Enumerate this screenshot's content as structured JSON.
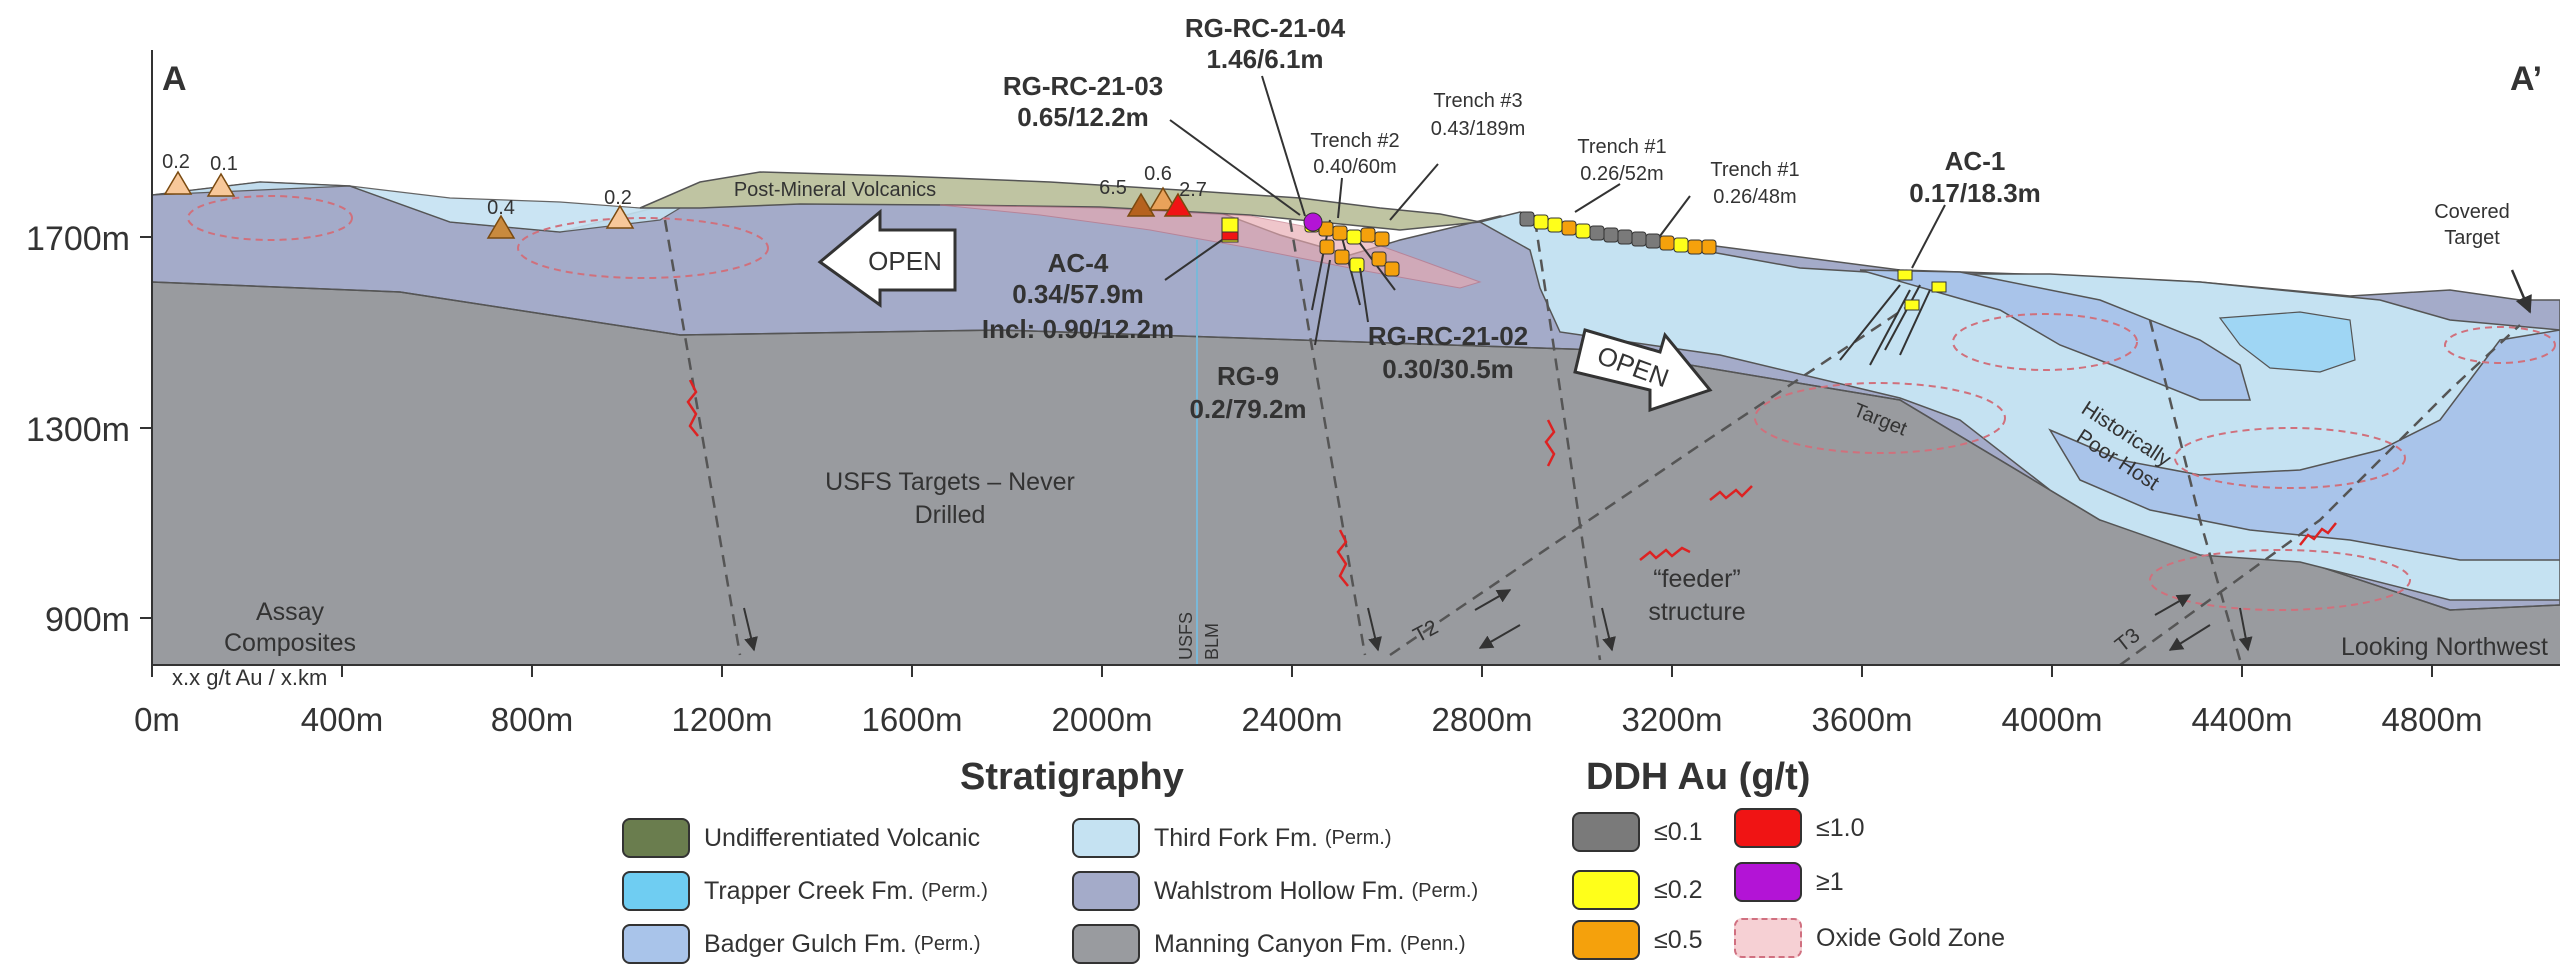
{
  "corner_left": "A",
  "corner_right": "A’",
  "depth_ticks": [
    "1700m",
    "1300m",
    "900m"
  ],
  "distance_ticks": [
    "0m",
    "400m",
    "800m",
    "1200m",
    "1600m",
    "2000m",
    "2400m",
    "2800m",
    "3200m",
    "3600m",
    "4000m",
    "4400m",
    "4800m"
  ],
  "assay_note": {
    "line1": "Assay",
    "line2": "Composites",
    "line3": "x.x g/t Au / x.km"
  },
  "view_note": "Looking Northwest",
  "regions": {
    "post_mineral": "Post-Mineral Volcanics",
    "usfs": {
      "line1": "USFS Targets – Never",
      "line2": "Drilled"
    },
    "feeder": {
      "line1": "“feeder”",
      "line2": "structure"
    },
    "historic": {
      "line1": "Historically",
      "line2": "Poor Host"
    },
    "target": "Target",
    "covered": {
      "line1": "Covered",
      "line2": "Target"
    },
    "boundary": {
      "line1": "USFS",
      "line2": "BLM"
    },
    "t2": "T2",
    "t3": "T3",
    "open1": "OPEN",
    "open2": "OPEN"
  },
  "samples": [
    "0.2",
    "0.1",
    "0.4",
    "0.2",
    "6.5",
    "0.6",
    "2.7"
  ],
  "callouts": {
    "rg04": {
      "name": "RG-RC-21-04",
      "value": "1.46/6.1m"
    },
    "rg03": {
      "name": "RG-RC-21-03",
      "value": "0.65/12.2m"
    },
    "ac4": {
      "name": "AC-4",
      "value": "0.34/57.9m",
      "incl": "Incl: 0.90/12.2m"
    },
    "rg9": {
      "name": "RG-9",
      "value": "0.2/79.2m"
    },
    "rg02": {
      "name": "RG-RC-21-02",
      "value": "0.30/30.5m"
    },
    "trench2": {
      "name": "Trench #2",
      "value": "0.40/60m"
    },
    "trench3": {
      "name": "Trench #3",
      "value": "0.43/189m"
    },
    "trench1a": {
      "name": "Trench #1",
      "value": "0.26/52m"
    },
    "trench1b": {
      "name": "Trench #1",
      "value": "0.26/48m"
    },
    "ac1": {
      "name": "AC-1",
      "value": "0.17/18.3m"
    }
  },
  "legend": {
    "stratigraphy_title": "Stratigraphy",
    "strat_items": [
      {
        "label": "Undifferentiated Volcanic",
        "sub": "",
        "color": "#6a7d4e"
      },
      {
        "label": "Trapper Creek Fm.",
        "sub": "(Perm.)",
        "color": "#6fcdf2"
      },
      {
        "label": "Badger Gulch Fm.",
        "sub": "(Perm.)",
        "color": "#a9c4ea"
      },
      {
        "label": "Third Fork Fm.",
        "sub": "(Perm.)",
        "color": "#c5e2f2"
      },
      {
        "label": "Wahlstrom Hollow Fm.",
        "sub": "(Perm.)",
        "color": "#a4abc9"
      },
      {
        "label": "Manning Canyon Fm.",
        "sub": "(Penn.)",
        "color": "#999b9f"
      }
    ],
    "ddh_title": "DDH Au (g/t)",
    "ddh_items": [
      {
        "label": "≤0.1",
        "color": "#7a7a7a"
      },
      {
        "label": "≤0.2",
        "color": "#ffff1a"
      },
      {
        "label": "≤0.5",
        "color": "#f5a10c"
      },
      {
        "label": "≤1.0",
        "color": "#f01414"
      },
      {
        "label": "≥1",
        "color": "#b314d6"
      },
      {
        "label": "Oxide Gold Zone",
        "color": "#f6d0d4"
      }
    ]
  }
}
